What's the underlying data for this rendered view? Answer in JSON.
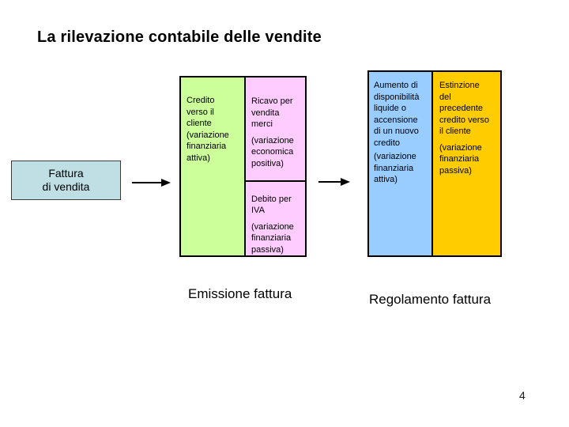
{
  "title": "La rilevazione contabile delle vendite",
  "page_number": "4",
  "fattura_box": {
    "line1": "Fattura",
    "line2": "di vendita"
  },
  "emissione": {
    "caption": "Emissione fattura",
    "credito_cell": {
      "text": "Credito verso il cliente",
      "note": "(variazione finanziaria attiva)",
      "color": "#CCFF99"
    },
    "ricavo_cell": {
      "text": "Ricavo per vendita merci",
      "note": "(variazione economica positiva)",
      "color": "#FFCCFF"
    },
    "debito_iva_cell": {
      "text": "Debito per IVA",
      "note": "(variazione finanziaria passiva)",
      "color": "#FFCCFF"
    }
  },
  "regolamento": {
    "caption": "Regolamento fattura",
    "aumento_cell": {
      "text": "Aumento di disponibilità liquide o accensione di un nuovo credito",
      "note": "(variazione finanziaria attiva)",
      "color": "#99CCFF"
    },
    "estinzione_cell": {
      "text": "Estinzione del precedente credito verso il cliente",
      "note": "(variazione finanziaria passiva)",
      "color": "#FFCC00"
    }
  },
  "colors": {
    "fattura_box_bg": "#BFDFE5",
    "green": "#CCFF99",
    "pink": "#FFCCFF",
    "blue": "#99CCFF",
    "orange": "#FFCC00",
    "border": "#000000",
    "background": "#FFFFFF"
  }
}
